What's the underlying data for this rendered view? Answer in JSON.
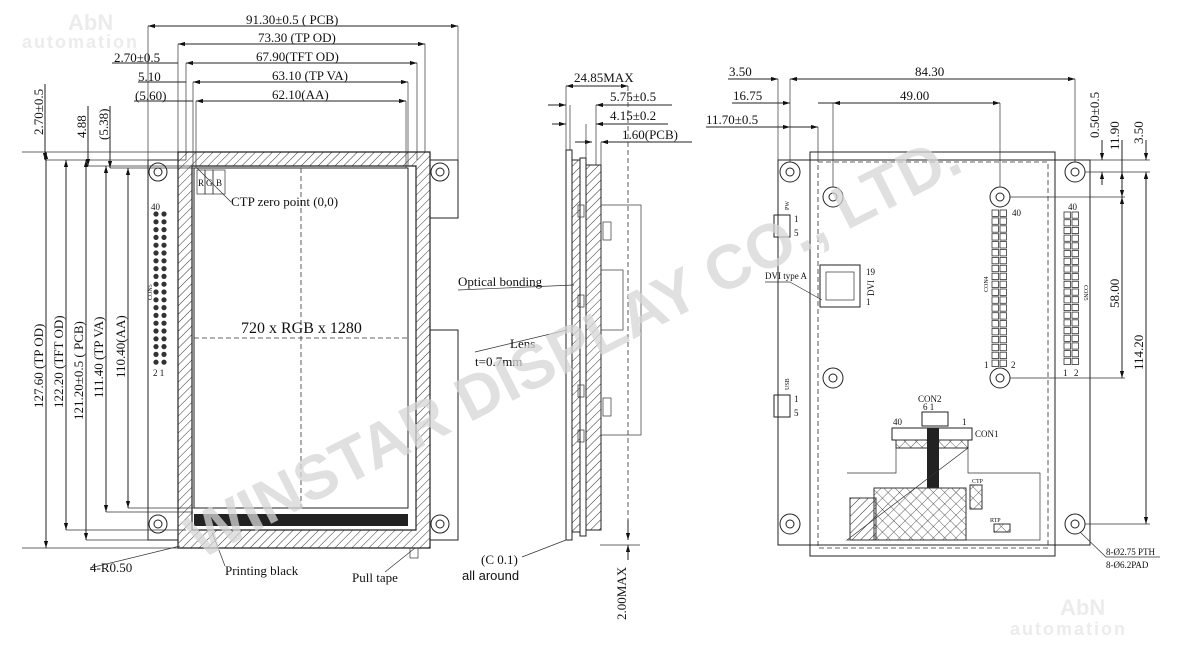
{
  "watermark": {
    "company": "WINSTAR DISPLAY CO., LTD.",
    "logo_top": "AbN",
    "logo_bottom": "automation"
  },
  "front_view": {
    "dims_horizontal": [
      "91.30±0.5 ( PCB)",
      "73.30 (TP OD)",
      "67.90(TFT OD)",
      "63.10 (TP VA)",
      "62.10(AA)"
    ],
    "dims_left_offsets": [
      "2.70±0.5",
      "5.10",
      "(5.60)"
    ],
    "dims_top_vertical": [
      "2.70±0.5",
      "4.88",
      "(5.38)"
    ],
    "dims_vertical": [
      "127.60 (TP OD)",
      "122.20 (TFT OD)",
      "121.20±0.5 ( PCB)",
      "111.40 (TP VA)",
      "110.40(AA)"
    ],
    "rgb_labels": [
      "R",
      "G",
      "B"
    ],
    "ctp_zero": "CTP zero point (0,0)",
    "resolution": "720 x RGB x 1280",
    "con5": {
      "label": "CON5",
      "pin_top": "40",
      "pin_bottom": "2  1"
    },
    "corner_radius": "4-R0.50",
    "printing_black": "Printing black",
    "pull_tape": "Pull tape"
  },
  "side_view": {
    "dims": [
      "24.85MAX",
      "5.75±0.5",
      "4.15±0.2",
      "1.60(PCB)"
    ],
    "optical_bonding": "Optical bonding",
    "lens": "Lens",
    "lens_thickness": "t=0.7mm",
    "chamfer": "(C 0.1)",
    "chamfer_note": "all around",
    "bottom_dim": "2.00MAX"
  },
  "back_view": {
    "dims_horizontal": [
      "3.50",
      "84.30",
      "16.75",
      "49.00",
      "11.70±0.5"
    ],
    "dims_vertical": [
      "0.50±0.5",
      "11.90",
      "3.50",
      "58.00",
      "114.20"
    ],
    "pw": {
      "label": "PW",
      "pin1": "1",
      "pin5": "5"
    },
    "usb": {
      "label": "USB",
      "pin1": "1",
      "pin5": "5"
    },
    "dvi": {
      "label": "DVI   type A",
      "side_label": "DVI",
      "pin19": "19",
      "pin1": "1"
    },
    "con4": {
      "label": "CON4",
      "pin40": "40",
      "pin1": "1",
      "pin2": "2"
    },
    "con5": {
      "label": "CON5",
      "pin40": "40",
      "pin1": "1",
      "pin2": "2"
    },
    "con2": {
      "label": "CON2",
      "pins": "6   1"
    },
    "con1": {
      "label": "CON1",
      "pin40": "40",
      "pin1": "1"
    },
    "ctp": "CTP",
    "rtp": "RTP",
    "holes": [
      "8-Ø2.75 PTH",
      "8-Ø6.2PAD"
    ]
  }
}
